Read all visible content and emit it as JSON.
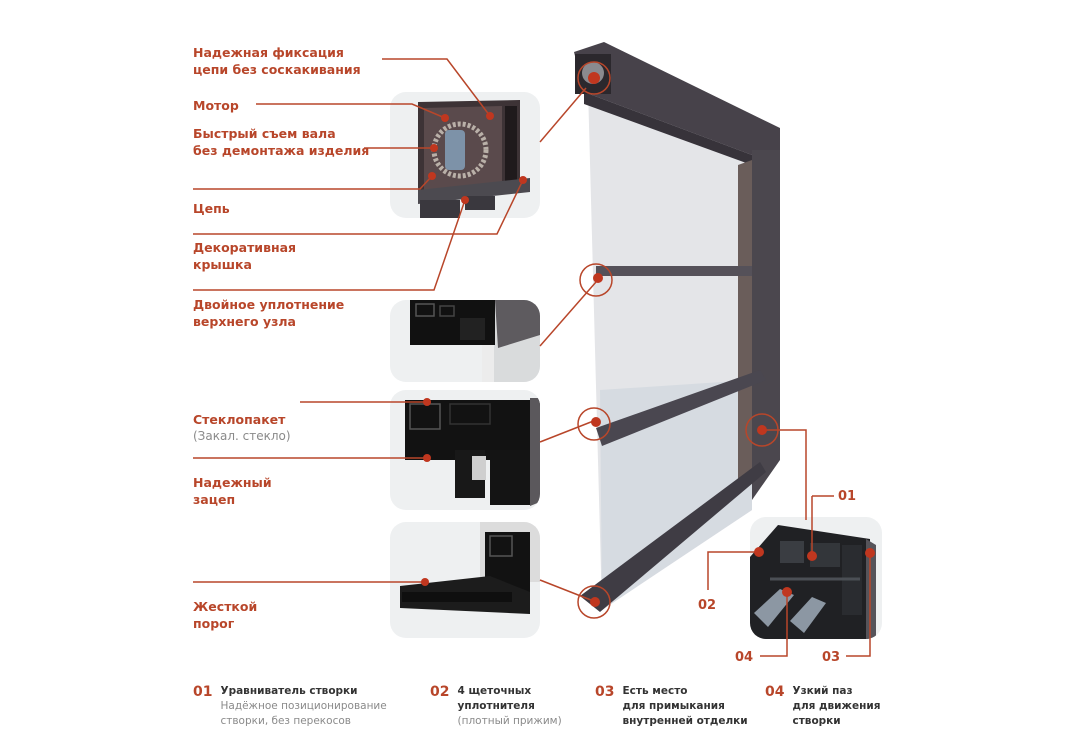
{
  "accent_color": "#b8462a",
  "frame_color": "#4a464c",
  "callouts": [
    {
      "id": "chain-fixation",
      "text": "Надежная фиксация\nцепи без соскакивания"
    },
    {
      "id": "motor",
      "text": "Мотор"
    },
    {
      "id": "shaft-removal",
      "text": "Быстрый съем вала\nбез демонтажа изделия"
    },
    {
      "id": "chain",
      "text": "Цепь"
    },
    {
      "id": "decorative-cover",
      "text": "Декоративная\nкрышка"
    },
    {
      "id": "double-seal",
      "text": "Двойное уплотнение\nверхнего узла"
    },
    {
      "id": "glass-unit",
      "text": "Стеклопакет",
      "sub": "(Закал. стекло)"
    },
    {
      "id": "reliable-hook",
      "text": "Надежный\nзацеп"
    },
    {
      "id": "rigid-threshold",
      "text": "Жесткой\nпорог"
    }
  ],
  "profile_numbers": [
    "01",
    "02",
    "03",
    "04"
  ],
  "legend": [
    {
      "num": "01",
      "title": "Уравниватель створки",
      "desc": "Надёжное позиционирование\nстворки, без перекосов"
    },
    {
      "num": "02",
      "title": "4 щеточных\nуплотнителя",
      "desc": "(плотный прижим)"
    },
    {
      "num": "03",
      "title": "Есть место\nдля примыкания\nвнутренней отделки",
      "desc": ""
    },
    {
      "num": "04",
      "title": "Узкий паз\nдля движения\nстворки",
      "desc": ""
    }
  ]
}
